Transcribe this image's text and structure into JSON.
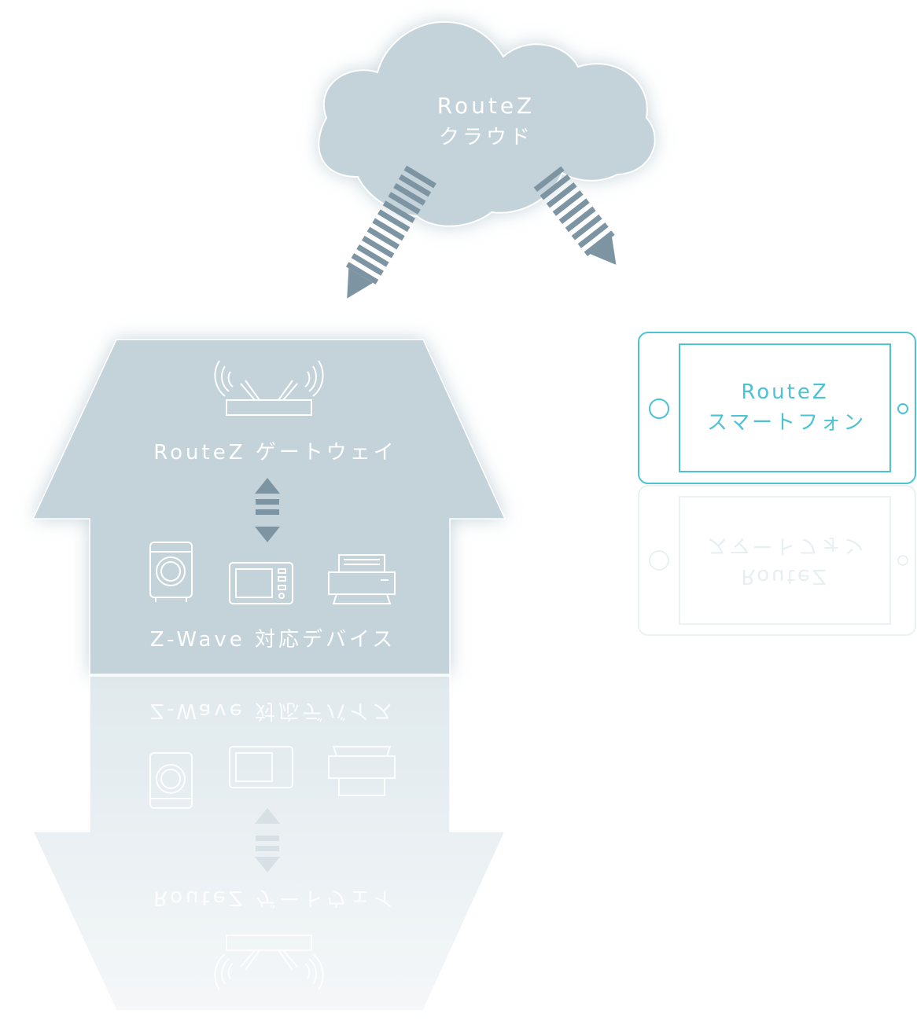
{
  "cloud": {
    "line1": "RouteZ",
    "line2": "クラウド"
  },
  "house": {
    "gateway_label": "RouteZ ゲートウェイ",
    "devices_label": "Z-Wave 対応デバイス"
  },
  "smartphone": {
    "line1": "RouteZ",
    "line2": "スマートフォン"
  },
  "colors": {
    "fill": "#c4d3da",
    "reflection": "#eef3f5",
    "arrow": "#7d95a3",
    "phone_outline": "#4cc3d4",
    "stroke": "#ffffff"
  },
  "icons": [
    "wifi-router-icon",
    "bidirectional-arrow-icon",
    "washing-machine-icon",
    "microwave-icon",
    "printer-icon",
    "smartphone-icon",
    "cloud-icon"
  ]
}
